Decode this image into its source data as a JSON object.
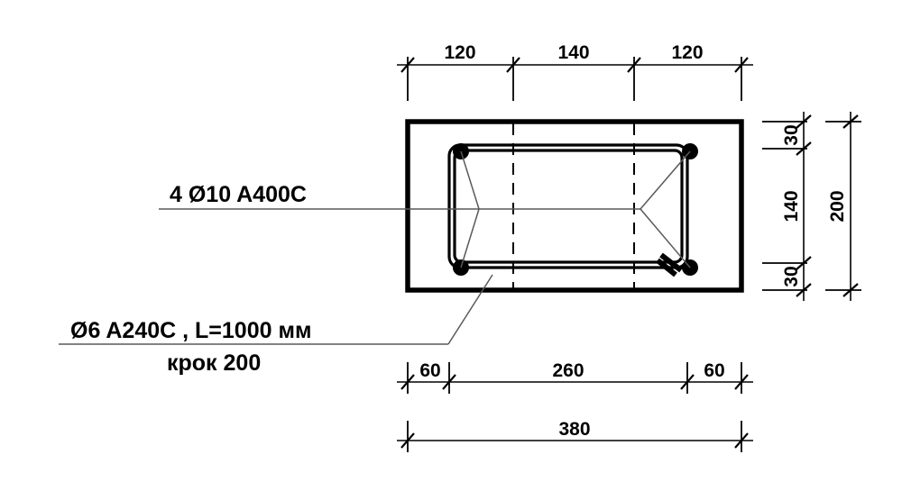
{
  "drawing": {
    "title": "Reinforced concrete beam cross-section",
    "units": "mm",
    "line_color": "#000000",
    "leader_color": "#58595b"
  },
  "annotations": {
    "main_rebar": {
      "label": "4 Ø10 A400C",
      "count": 4,
      "diameter": "Ø10",
      "grade": "A400C"
    },
    "stirrup": {
      "line1": "Ø6  A240C , L=1000 мм",
      "line2": "крок 200",
      "diameter": "Ø6",
      "grade": "A240C",
      "length": "L=1000 мм",
      "spacing": "крок 200"
    }
  },
  "dimensions": {
    "top_chain": {
      "position": "top",
      "segments": [
        "120",
        "140",
        "120"
      ]
    },
    "bottom_chain": {
      "position": "bottom",
      "segments": [
        "60",
        "260",
        "60"
      ]
    },
    "bottom_overall": {
      "position": "bottom",
      "segments": [
        "380"
      ]
    },
    "right_chain": {
      "position": "right",
      "segments": [
        "30",
        "140",
        "30"
      ]
    },
    "right_overall": {
      "position": "right",
      "segments": [
        "200"
      ]
    }
  },
  "section": {
    "outer": {
      "label": "concrete-outline",
      "width": "380",
      "height": "200"
    },
    "stirrup": {
      "label": "stirrup-outline",
      "width": "260",
      "height": "140"
    },
    "bars": [
      {
        "label": "bar-top-left"
      },
      {
        "label": "bar-top-right"
      },
      {
        "label": "bar-bottom-left"
      },
      {
        "label": "bar-bottom-right"
      }
    ],
    "centerlines": [
      "centerline-left",
      "centerline-right"
    ]
  }
}
